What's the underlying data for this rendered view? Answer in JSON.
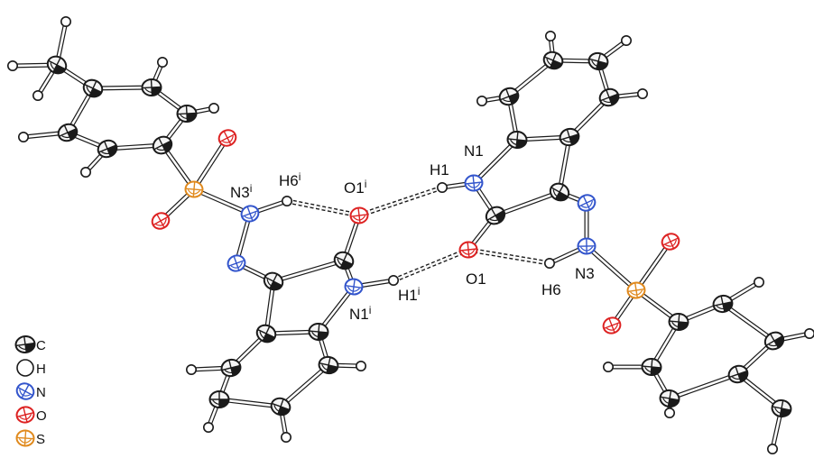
{
  "labels": {
    "N1": {
      "main": "N1",
      "sup": ""
    },
    "H1": {
      "main": "H1",
      "sup": ""
    },
    "O1i": {
      "main": "O1",
      "sup": "i"
    },
    "H6i": {
      "main": "H6",
      "sup": "i"
    },
    "N3i": {
      "main": "N3",
      "sup": "i"
    },
    "O1": {
      "main": "O1",
      "sup": ""
    },
    "H6": {
      "main": "H6",
      "sup": ""
    },
    "N3": {
      "main": "N3",
      "sup": ""
    },
    "H1i": {
      "main": "H1",
      "sup": "i"
    },
    "N1i": {
      "main": "N1",
      "sup": "i"
    }
  },
  "legend": [
    {
      "symbol": "C",
      "label": "C"
    },
    {
      "symbol": "H",
      "label": "H"
    },
    {
      "symbol": "N",
      "label": "N"
    },
    {
      "symbol": "O",
      "label": "O"
    },
    {
      "symbol": "S",
      "label": "S"
    }
  ],
  "colors": {
    "C": "#1a1a1a",
    "H": "#ffffff",
    "N": "#3355cc",
    "O": "#dd2222",
    "S": "#e08a1e",
    "bond": "#1a1a1a"
  },
  "icons": {
    "C": "carbon-ellipsoid-icon",
    "H": "hydrogen-sphere-icon",
    "N": "nitrogen-ellipsoid-icon",
    "O": "oxygen-ellipsoid-icon",
    "S": "sulfur-ellipsoid-icon"
  }
}
